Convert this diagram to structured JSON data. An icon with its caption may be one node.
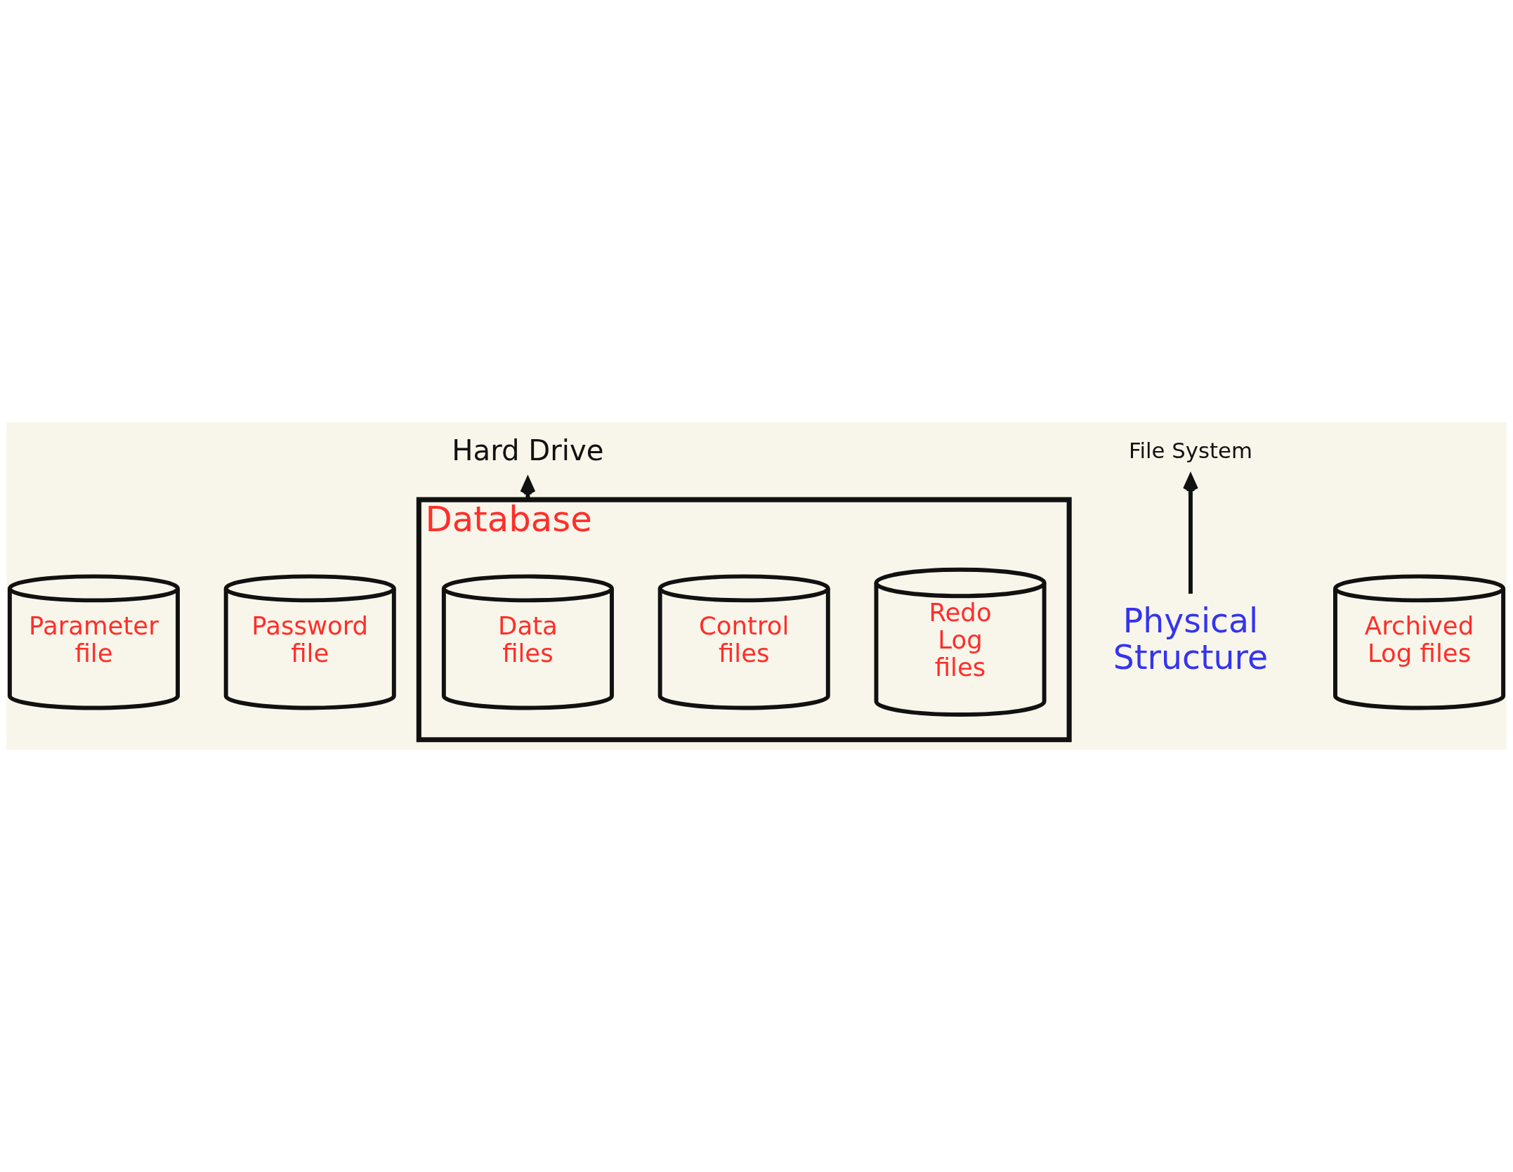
{
  "diagram": {
    "nodes": [
      {
        "text": [
          "Hard Drive"
        ]
      },
      {
        "text": [
          "Database"
        ]
      },
      {
        "text": [
          "Data files"
        ],
        "in": 1
      },
      {
        "text": [
          "Control files"
        ],
        "in": 1
      },
      {
        "text": [
          "Redo Log files"
        ],
        "in": 1
      },
      {
        "text": [
          "Parameter file"
        ]
      },
      {
        "text": [
          "Password file"
        ]
      },
      {
        "text": [
          "File System"
        ]
      },
      {
        "text": [
          "Physical Structure"
        ]
      },
      {
        "text": [
          "Archived Log files"
        ]
      }
    ],
    "edges": [
      {
        "from": 1,
        "to": 0,
        "arrow": "to"
      },
      {
        "from": 8,
        "to": 7,
        "arrow": "to"
      }
    ]
  }
}
